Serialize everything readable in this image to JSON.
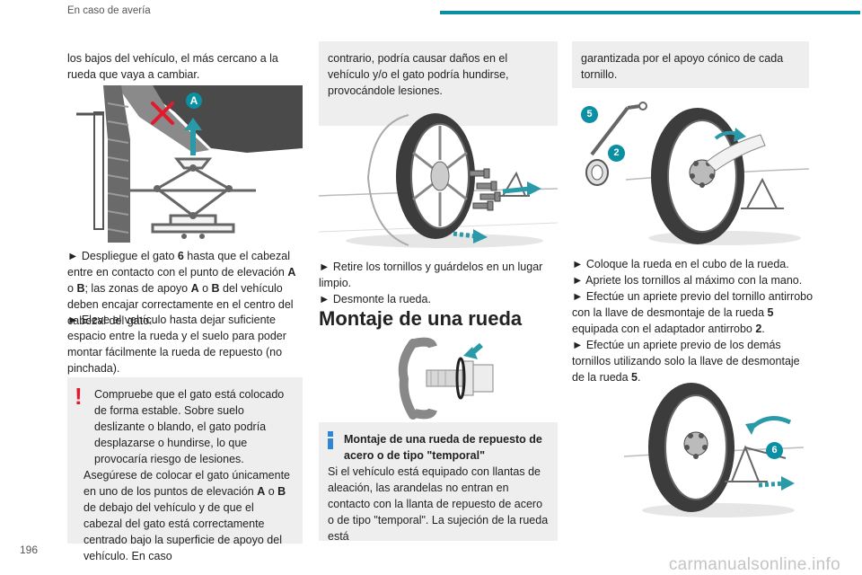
{
  "header": {
    "section_title": "En caso de avería"
  },
  "page_number": "196",
  "watermark": "carmanualsonline.info",
  "col1": {
    "intro": "los bajos del vehículo, el más cercano a la rueda que vaya a cambiar.",
    "figure_label_A": "A",
    "step1_a": "► Despliegue el gato ",
    "step1_b": "6",
    "step1_c": " hasta que el cabezal entre en contacto con el punto de elevación ",
    "step1_d": "A",
    "step1_e": " o ",
    "step1_f": "B",
    "step1_g": "; las zonas de apoyo ",
    "step1_h": "A",
    "step1_i": " o ",
    "step1_j": "B",
    "step1_k": " del vehículo deben encajar correctamente en el centro del cabezal del gato.",
    "step2": "► Eleve el vehículo hasta dejar suficiente espacio entre la rueda y el suelo para poder montar fácilmente la rueda de repuesto (no pinchada).",
    "warning_p1": "Compruebe que el gato está colocado de forma estable. Sobre suelo deslizante o blando, el gato podría desplazarse o hundirse, lo que provocaría riesgo de lesiones.",
    "warning_p2a": "Asegúrese de colocar el gato únicamente en uno de los puntos de elevación ",
    "warning_p2b": "A",
    "warning_p2c": " o ",
    "warning_p2d": "B",
    "warning_p2e": " de debajo del vehículo y de que el cabezal del gato está correctamente centrado bajo la superficie de apoyo del vehículo. En caso"
  },
  "col2": {
    "cont": "contrario, podría causar daños en el vehículo y/o el gato podría hundirse, provocándole lesiones.",
    "step1": "► Retire los tornillos y guárdelos en un lugar limpio.",
    "step2": "► Desmonte la rueda.",
    "heading": "Montaje de una rueda",
    "info_title": "Montaje de una rueda de repuesto de acero o de tipo \"temporal\"",
    "info_body": "Si el vehículo está equipado con llantas de aleación, las arandelas no entran en contacto con la llanta de repuesto de acero o de tipo \"temporal\". La sujeción de la rueda está"
  },
  "col3": {
    "cont": "garantizada por el apoyo cónico de cada tornillo.",
    "badge5": "5",
    "badge2": "2",
    "badge6": "6",
    "step1": "► Coloque la rueda en el cubo de la rueda.",
    "step2": "► Apriete los tornillos al máximo con la mano.",
    "step3a": "► Efectúe un apriete previo del tornillo antirrobo con la llave de desmontaje de la rueda ",
    "step3b": "5",
    "step3c": " equipada con el adaptador antirrobo ",
    "step3d": "2",
    "step3e": ".",
    "step4a": "► Efectúe un apriete previo de los demás tornillos utilizando solo la llave de desmontaje de la rueda ",
    "step4b": "5",
    "step4c": "."
  },
  "colors": {
    "accent": "#0a8fa3",
    "warning": "#e21a2c",
    "info": "#2f86d6",
    "arrow": "#2a9aa8"
  }
}
